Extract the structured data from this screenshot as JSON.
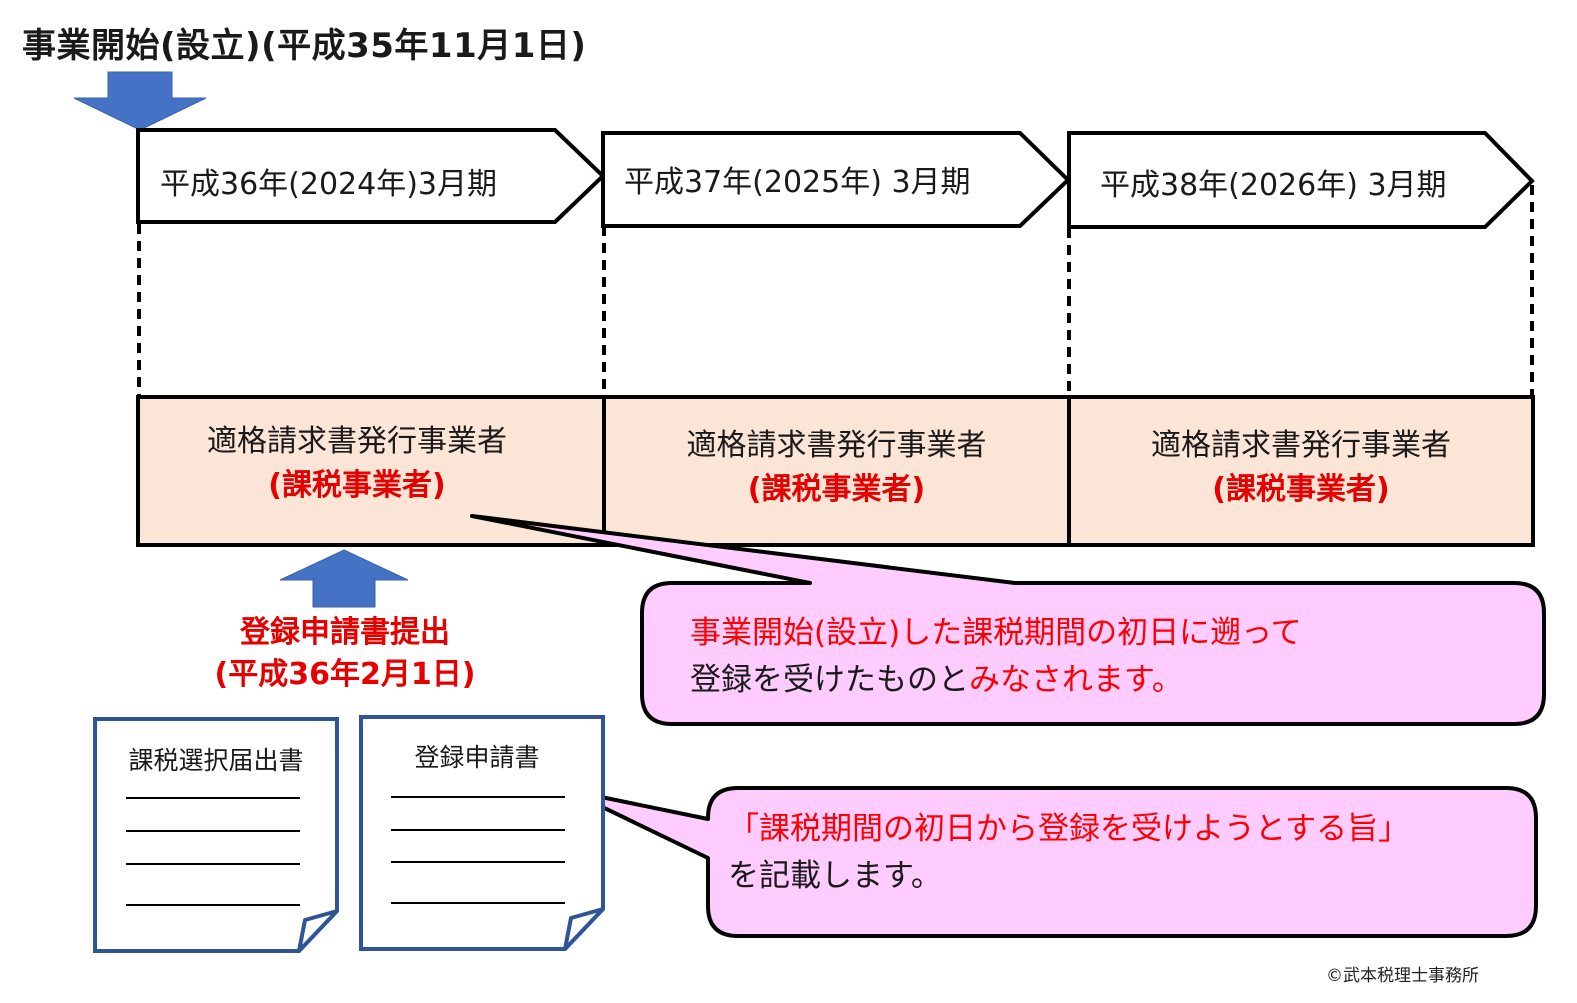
{
  "title": "事業開始(設立)(平成35年11月1日)",
  "periods": [
    {
      "label": "平成36年(2024年)3月期"
    },
    {
      "label": "平成37年(2025年) 3月期"
    },
    {
      "label": "平成38年(2026年) 3月期"
    }
  ],
  "status_boxes": [
    {
      "line1": "適格請求書発行事業者",
      "line2": "(課税事業者)"
    },
    {
      "line1": "適格請求書発行事業者",
      "line2": "(課税事業者)"
    },
    {
      "line1": "適格請求書発行事業者",
      "line2": "(課税事業者)"
    }
  ],
  "filing": {
    "line1": "登録申請書提出",
    "line2": "(平成36年2月1日)"
  },
  "callout1": {
    "red": "事業開始(設立)した課税期間の初日に遡って",
    "line2_black": "登録を受けたものと",
    "line2_red": "みなされます。"
  },
  "callout2": {
    "red": "「課税期間の初日から登録を受けようとする旨」",
    "black": "を記載します。"
  },
  "documents": [
    {
      "title": "課税選択届出書"
    },
    {
      "title": "登録申請書"
    }
  ],
  "copyright": "©武本税理士事務所",
  "colors": {
    "arrow_blue": "#4472c4",
    "box_fill": "#fbe5d6",
    "callout_fill": "#ffccff",
    "doc_border": "#2f5597",
    "red": "#ff0000"
  }
}
